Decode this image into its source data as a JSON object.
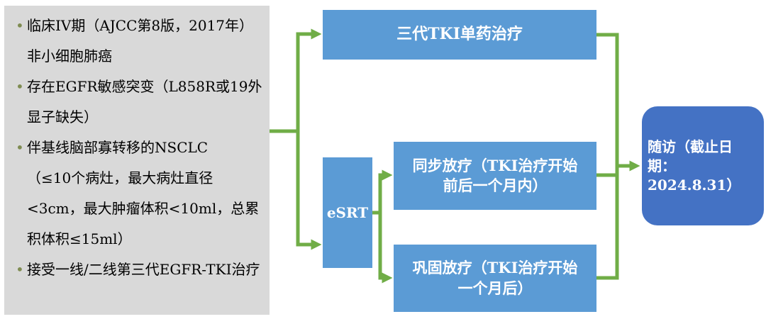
{
  "colors": {
    "panel_bg": "#d9d9d9",
    "node_blue": "#5b9bd5",
    "followup_blue": "#4472c4",
    "arrow_green": "#70ad47",
    "bullet": "#7f8c52",
    "text_dark": "#000000",
    "text_light": "#ffffff"
  },
  "eligibility_panel": {
    "items": [
      "临床IV期（AJCC第8版，2017年）非小细胞肺癌",
      "存在EGFR敏感突变（L858R或19外显子缺失）",
      "伴基线脑部寡转移的NSCLC\n（≤10个病灶，最大病灶直径<3cm，最大肿瘤体积<10ml，总累积体积≤15ml）",
      "接受一线/二线第三代EGFR-TKI治疗"
    ]
  },
  "nodes": {
    "tki_monotherapy": "三代TKI单药治疗",
    "esrt": "eSRT",
    "concurrent_rt": "同步放疗（TKI治疗开始前后一个月内）",
    "consolidation_rt": "巩固放疗（TKI治疗开始一个月后）",
    "followup": "随访（截止日期：2024.8.31）"
  }
}
